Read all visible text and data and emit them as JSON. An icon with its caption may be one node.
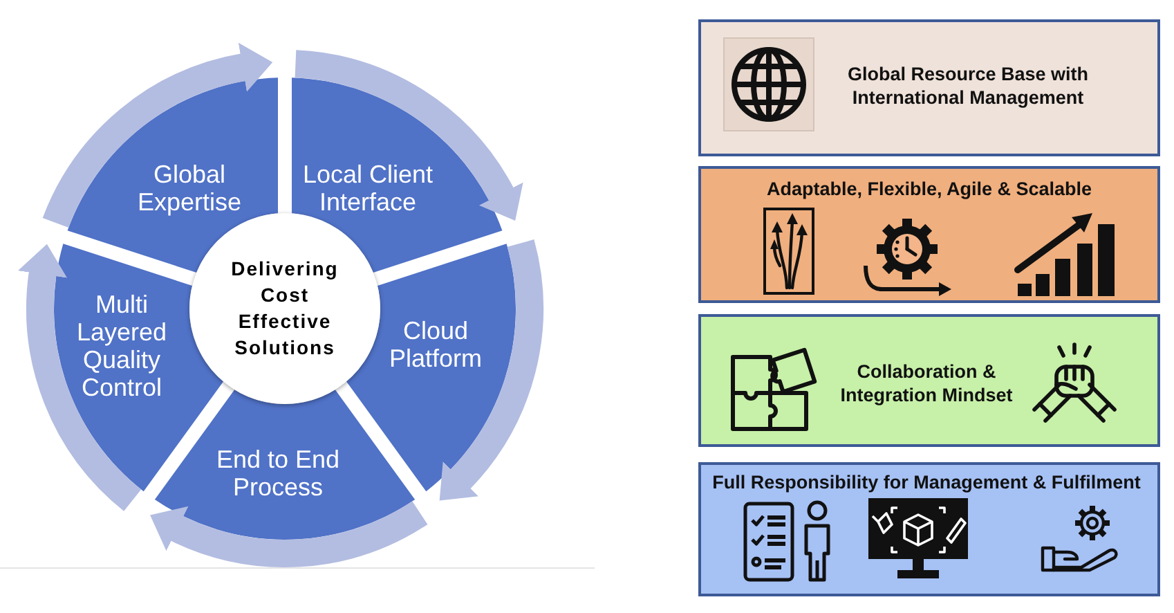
{
  "diagram": {
    "nodes": [
      {
        "text": [
          "Global Expertise"
        ]
      },
      {
        "text": [
          "Local Client Interface"
        ]
      },
      {
        "text": [
          "Cloud Platform"
        ]
      },
      {
        "text": [
          "End to End Process"
        ]
      },
      {
        "text": [
          "Multi Layered Quality Control"
        ]
      },
      {
        "text": [
          "Delivering Cost Effective Solutions"
        ]
      },
      {
        "text": [
          "Global Resource Base with International Management"
        ]
      },
      {
        "text": [
          "Adaptable, Flexible, Agile & Scalable"
        ]
      },
      {
        "text": [
          "Collaboration & Integration Mindset"
        ]
      },
      {
        "text": [
          "Full Responsibility for Management & Fulfilment"
        ]
      }
    ],
    "edges": [
      {
        "from": 0,
        "to": 1,
        "arrow": "to"
      },
      {
        "from": 1,
        "to": 2,
        "arrow": "to"
      },
      {
        "from": 2,
        "to": 3,
        "arrow": "to"
      },
      {
        "from": 3,
        "to": 4,
        "arrow": "to"
      },
      {
        "from": 4,
        "to": 0,
        "arrow": "to"
      }
    ]
  }
}
